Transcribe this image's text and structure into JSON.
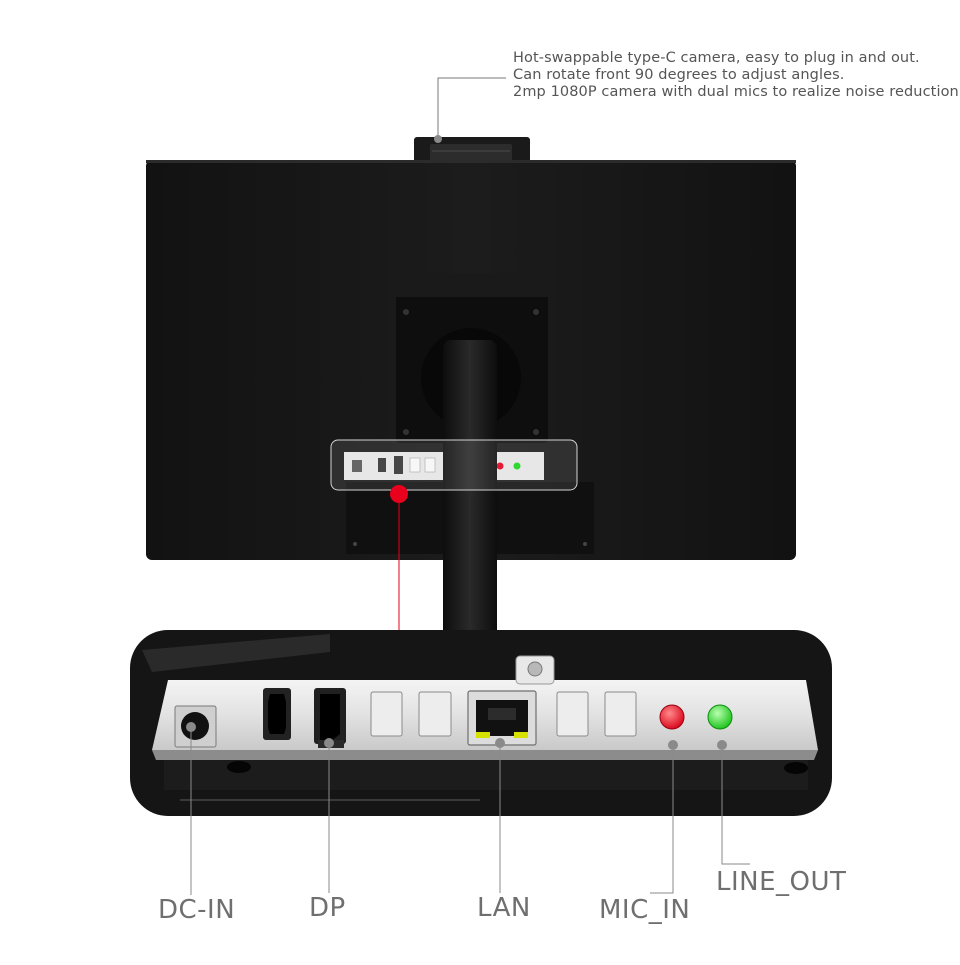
{
  "camera_callout": {
    "lines": [
      "Hot-swappable type-C camera, easy to plug in and out.",
      "Can rotate front 90 degrees to adjust angles.",
      "2mp 1080P camera with dual mics to realize noise reduction."
    ]
  },
  "port_labels": {
    "dc_in": "DC-IN",
    "dp": "DP",
    "lan": "LAN",
    "mic_in": "MIC_IN",
    "line_out": "LINE_OUT"
  },
  "colors": {
    "monitor_body": "#141414",
    "callout_line": "#7a7a7a",
    "highlight_red": "#e8001c",
    "mic_jack": "#e3001b",
    "line_out_jack": "#18d418",
    "label_text": "#6f6f6f"
  }
}
